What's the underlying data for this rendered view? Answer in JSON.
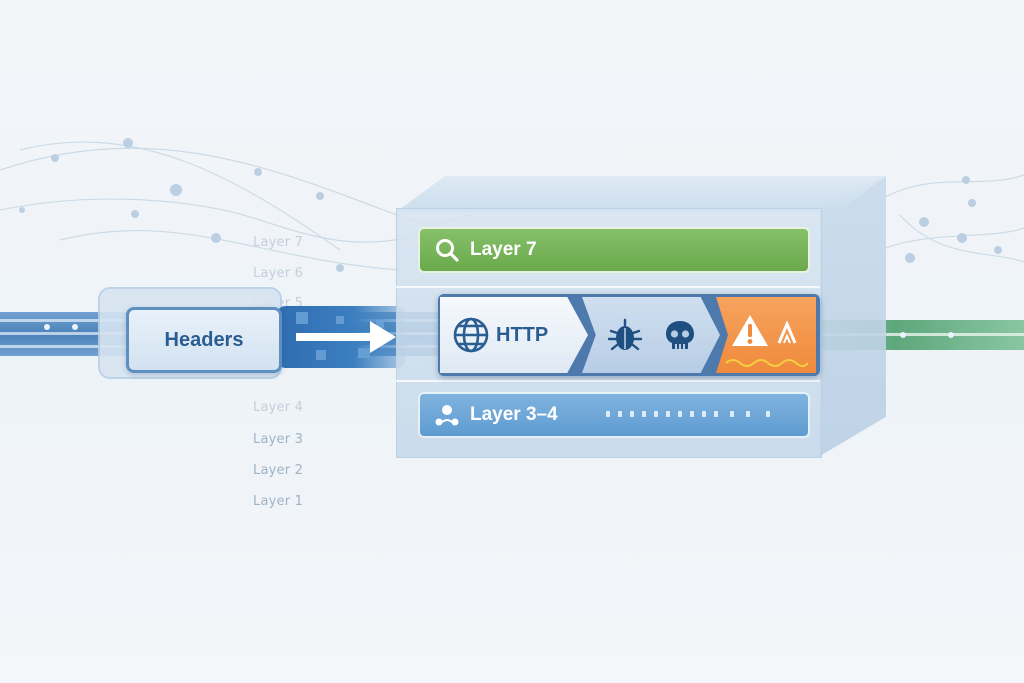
{
  "labels": {
    "headers": "Headers",
    "layer7": "Layer 7",
    "http": "HTTP",
    "layer34": "Layer 3–4"
  },
  "ghost_stack": [
    {
      "text": "Layer 7",
      "faint": true
    },
    {
      "text": "Layer 6",
      "faint": true
    },
    {
      "text": "Layer 5",
      "faint": true
    },
    {
      "text": "Layer 4",
      "faint": true
    },
    {
      "text": "Layer 3",
      "faint": false
    },
    {
      "text": "Layer 2",
      "faint": false
    },
    {
      "text": "Layer 1",
      "faint": false
    }
  ],
  "icons": {
    "layer7": "search-icon",
    "http": "globe-icon",
    "threat1": "bug-icon",
    "threat2": "skull-icon",
    "alert": "warning-icon",
    "layer34": "network-nodes-icon"
  },
  "colors": {
    "layer7": "#6aa94c",
    "http_text": "#2a5d91",
    "flow_in": "#2f6fb0",
    "flow_out": "#4f9f6f",
    "alert": "#f08a3c"
  }
}
